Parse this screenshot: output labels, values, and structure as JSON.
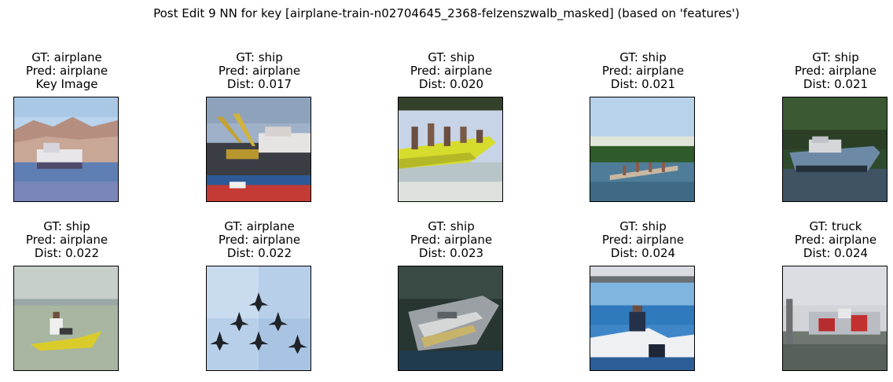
{
  "figure": {
    "title": "Post Edit 9 NN for key [airplane-train-n02704645_2368-felzenszwalb_masked] (based on 'features')"
  },
  "panels": [
    {
      "gt": "GT: airplane",
      "pred": "Pred: airplane",
      "extra": "Key Image"
    },
    {
      "gt": "GT: ship",
      "pred": "Pred: airplane",
      "extra": "Dist: 0.017"
    },
    {
      "gt": "GT: ship",
      "pred": "Pred: airplane",
      "extra": "Dist: 0.020"
    },
    {
      "gt": "GT: ship",
      "pred": "Pred: airplane",
      "extra": "Dist: 0.021"
    },
    {
      "gt": "GT: ship",
      "pred": "Pred: airplane",
      "extra": "Dist: 0.021"
    },
    {
      "gt": "GT: ship",
      "pred": "Pred: airplane",
      "extra": "Dist: 0.022"
    },
    {
      "gt": "GT: airplane",
      "pred": "Pred: airplane",
      "extra": "Dist: 0.022"
    },
    {
      "gt": "GT: ship",
      "pred": "Pred: airplane",
      "extra": "Dist: 0.023"
    },
    {
      "gt": "GT: ship",
      "pred": "Pred: airplane",
      "extra": "Dist: 0.024"
    },
    {
      "gt": "GT: truck",
      "pred": "Pred: airplane",
      "extra": "Dist: 0.024"
    }
  ],
  "colors": {
    "sky_blue": "#8fb8dc",
    "water_blue": "#3f6f9a",
    "dark_green": "#2d4a2a",
    "yellow": "#d8d22a",
    "grey": "#9aa0a0"
  }
}
